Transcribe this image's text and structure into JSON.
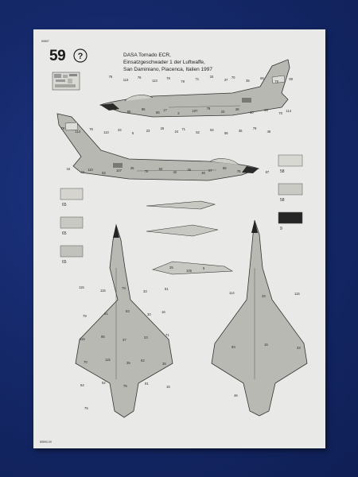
{
  "sheet": {
    "code_top": "50807",
    "code_bottom": "85593-00",
    "step_number": "59",
    "caption_lines": [
      "DASA Tornado ECR,",
      "Einsatzgeschwader 1 der Luftwaffe,",
      "San Daminiano, Piacenca, Italien 1997"
    ]
  },
  "swatches": [
    {
      "code": "65",
      "color": "#d5d4cf"
    },
    {
      "code": "65",
      "color": "#c9c9c3"
    },
    {
      "code": "65",
      "color": "#c2c2bd"
    },
    {
      "code": "58",
      "color": "#d8d8d3"
    },
    {
      "code": "58",
      "color": "#cacac5"
    },
    {
      "code": "9",
      "color": "#262626"
    }
  ],
  "callouts": {
    "side_top": [
      "76",
      "113",
      "76",
      "113",
      "78",
      "79",
      "71",
      "33",
      "37",
      "70",
      "35",
      "86",
      "79",
      "80",
      "76",
      "80",
      "85",
      "86",
      "17",
      "2",
      "107",
      "79",
      "23",
      "28",
      "30",
      "35",
      "70",
      "114"
    ],
    "side_mid": [
      "79",
      "113",
      "76",
      "113",
      "23",
      "5",
      "23",
      "26",
      "24",
      "71",
      "52",
      "82",
      "56",
      "35",
      "79",
      "46",
      "44",
      "43",
      "110",
      "53",
      "107",
      "25",
      "70",
      "63",
      "42",
      "45",
      "46",
      "87",
      "68",
      "78",
      "29",
      "67"
    ],
    "plan_left": [
      "115",
      "115",
      "79",
      "33",
      "81",
      "79",
      "61",
      "93",
      "30",
      "16",
      "115",
      "86",
      "37",
      "23",
      "71",
      "70",
      "115",
      "35",
      "52",
      "35",
      "54",
      "52",
      "75",
      "91",
      "16",
      "75"
    ],
    "plan_right": [
      "114",
      "33",
      "115",
      "93",
      "16",
      "33",
      "46"
    ],
    "stores": [
      "25",
      "106",
      "5"
    ]
  }
}
